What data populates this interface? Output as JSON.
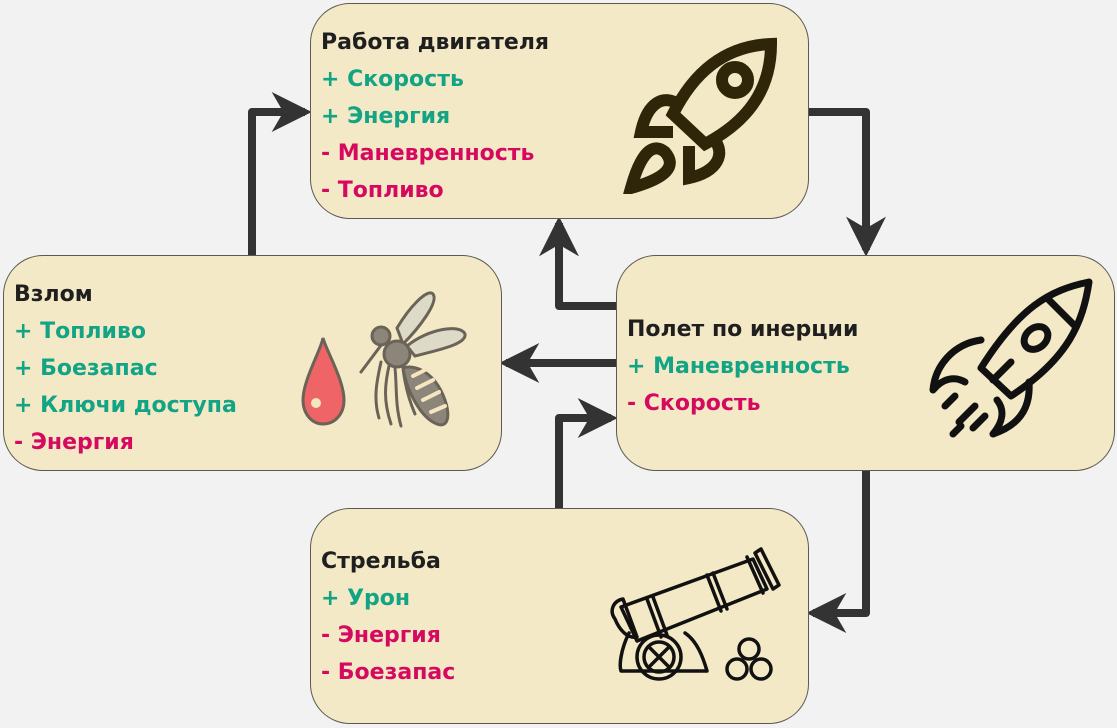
{
  "diagram": {
    "nodes": [
      {
        "id": "engine",
        "title": "Работа двигателя",
        "icon": "rocket-icon",
        "effects": [
          {
            "sign": "+",
            "label": "+ Скорость"
          },
          {
            "sign": "+",
            "label": "+ Энергия"
          },
          {
            "sign": "-",
            "label": "- Маневренность"
          },
          {
            "sign": "-",
            "label": "- Топливо"
          }
        ]
      },
      {
        "id": "hack",
        "title": "Взлом",
        "icon": "mosquito-blood-drop-icon",
        "effects": [
          {
            "sign": "+",
            "label": "+ Топливо"
          },
          {
            "sign": "+",
            "label": "+ Боезапас"
          },
          {
            "sign": "+",
            "label": "+ Ключи доступа"
          },
          {
            "sign": "-",
            "label": "- Энергия"
          }
        ]
      },
      {
        "id": "inertia",
        "title": "Полет по инерции",
        "icon": "rocket-launch-icon",
        "effects": [
          {
            "sign": "+",
            "label": "+ Маневренность"
          },
          {
            "sign": "-",
            "label": "- Скорость"
          }
        ]
      },
      {
        "id": "shoot",
        "title": "Стрельба",
        "icon": "cannon-icon",
        "effects": [
          {
            "sign": "+",
            "label": "+ Урон"
          },
          {
            "sign": "-",
            "label": "- Энергия"
          },
          {
            "sign": "-",
            "label": "- Боезапас"
          }
        ]
      }
    ],
    "edges": [
      {
        "from": "engine",
        "to": "inertia"
      },
      {
        "from": "inertia",
        "to": "engine"
      },
      {
        "from": "inertia",
        "to": "hack"
      },
      {
        "from": "inertia",
        "to": "shoot"
      },
      {
        "from": "shoot",
        "to": "inertia"
      },
      {
        "from": "hack",
        "to": "engine"
      }
    ],
    "colors": {
      "background": "#f2f2f2",
      "box_fill": "#f4e9c6",
      "box_border": "#5a5a52",
      "arrow": "#333333",
      "title": "#1f1f1f",
      "positive": "#13a385",
      "negative": "#d5095f"
    }
  }
}
